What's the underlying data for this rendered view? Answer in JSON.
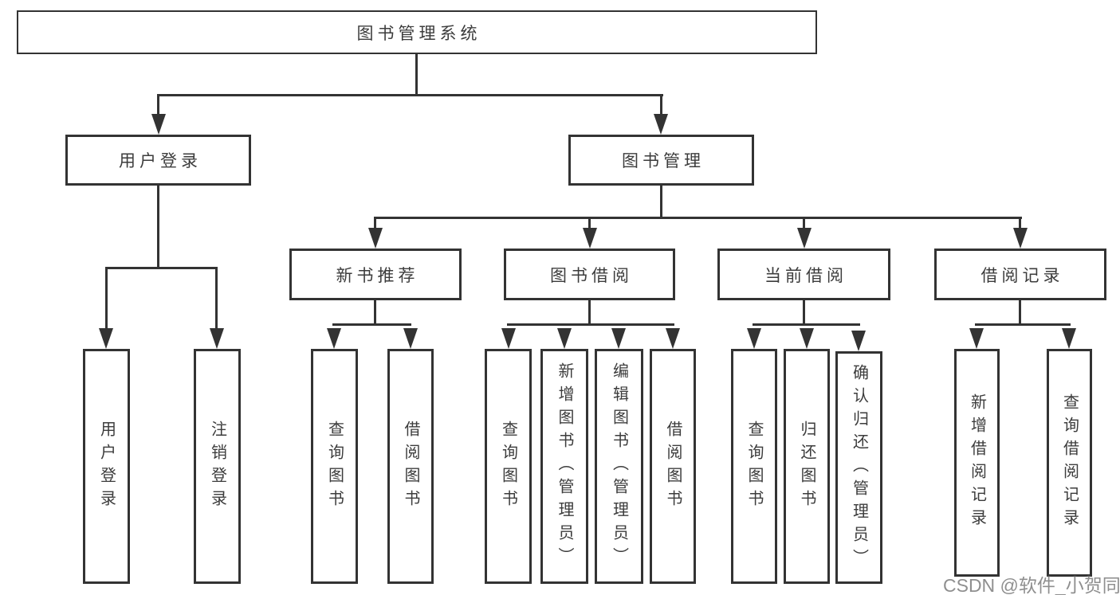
{
  "diagram": {
    "type": "hierarchy-tree",
    "title": "图书管理系统"
  },
  "colors": {
    "line": "#333333",
    "box_border": "#333333",
    "text": "#3c3c3c",
    "background": "#ffffff",
    "watermark": "#8f8f8f"
  },
  "tree": {
    "root": {
      "label": "图书管理系统"
    },
    "branches": [
      {
        "label": "用户登录",
        "children": [
          {
            "label": "用户登录"
          },
          {
            "label": "注销登录"
          }
        ]
      },
      {
        "label": "图书管理",
        "children": [
          {
            "label": "新书推荐",
            "children": [
              {
                "label": "查询图书"
              },
              {
                "label": "借阅图书"
              }
            ]
          },
          {
            "label": "图书借阅",
            "children": [
              {
                "label": "查询图书"
              },
              {
                "label": "新增图书（管理员）"
              },
              {
                "label": "编辑图书（管理员）"
              },
              {
                "label": "借阅图书"
              }
            ]
          },
          {
            "label": "当前借阅",
            "children": [
              {
                "label": "查询图书"
              },
              {
                "label": "归还图书"
              },
              {
                "label": "确认归还（管理员）"
              }
            ]
          },
          {
            "label": "借阅记录",
            "children": [
              {
                "label": "新增借阅记录"
              },
              {
                "label": "查询借阅记录"
              }
            ]
          }
        ]
      }
    ]
  },
  "watermark": {
    "text": "CSDN @软件_小贺同学"
  }
}
